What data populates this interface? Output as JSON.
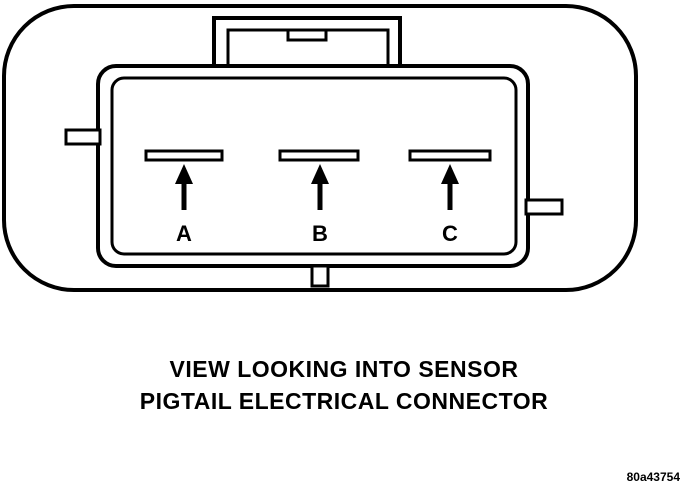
{
  "pins": [
    {
      "label": "A"
    },
    {
      "label": "B"
    },
    {
      "label": "C"
    }
  ],
  "caption": {
    "line1": "VIEW LOOKING INTO SENSOR",
    "line2": "PIGTAIL ELECTRICAL CONNECTOR"
  },
  "figure_id": "80a43754",
  "colors": {
    "ink": "#000000",
    "background": "#ffffff"
  }
}
